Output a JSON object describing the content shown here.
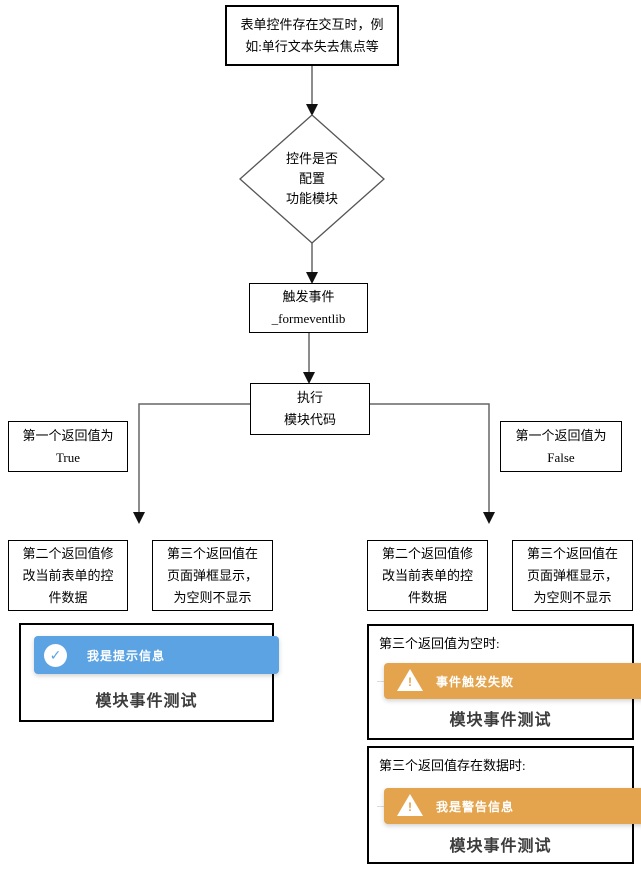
{
  "nodes": {
    "start": {
      "lines": [
        "表单控件存在交互时，例",
        "如:单行文本失去焦点等"
      ]
    },
    "decision": {
      "lines": [
        "控件是否",
        "配置",
        "功能模块"
      ]
    },
    "trigger": {
      "lines": [
        "触发事件",
        "_formeventlib"
      ]
    },
    "execute": {
      "lines": [
        "执行",
        "模块代码"
      ]
    },
    "branch_true": {
      "lines": [
        "第一个返回值为",
        "True"
      ]
    },
    "branch_false": {
      "lines": [
        "第一个返回值为",
        "False"
      ]
    },
    "left_second": {
      "lines": [
        "第二个返回值修",
        "改当前表单的控",
        "件数据"
      ]
    },
    "left_third": {
      "lines": [
        "第三个返回值在",
        "页面弹框显示，",
        "为空则不显示"
      ]
    },
    "right_second": {
      "lines": [
        "第二个返回值修",
        "改当前表单的控",
        "件数据"
      ]
    },
    "right_third": {
      "lines": [
        "第三个返回值在",
        "页面弹框显示，",
        "为空则不显示"
      ]
    }
  },
  "panels": {
    "success": {
      "toast_text": "我是提示信息",
      "caption": "模块事件测试",
      "icon": "check-circle-icon"
    },
    "empty_case": {
      "label": "第三个返回值为空时:",
      "toast_text": "事件触发失败",
      "caption": "模块事件测试",
      "icon": "warning-triangle-icon"
    },
    "data_case": {
      "label": "第三个返回值存在数据时:",
      "toast_text": "我是警告信息",
      "caption": "模块事件测试",
      "icon": "warning-triangle-icon"
    }
  },
  "icons": {
    "check_glyph": "✓",
    "exclamation_glyph": "!"
  },
  "colors": {
    "toast_success": "#5ba3e3",
    "toast_warning": "#e3a44d",
    "box_border": "#000000",
    "connector_line": "#666666",
    "caption_text": "#3c3c3c"
  }
}
